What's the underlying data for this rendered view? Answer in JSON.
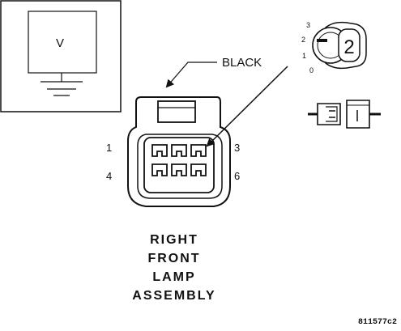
{
  "meter": {
    "display_label": "V"
  },
  "connector": {
    "callout_label": "BLACK",
    "pins": {
      "top_left": "1",
      "top_right": "3",
      "bottom_left": "4",
      "bottom_right": "6"
    }
  },
  "key_switch": {
    "positions": [
      "3",
      "2",
      "1",
      "0"
    ],
    "selected": "2"
  },
  "title": {
    "lines": [
      "RIGHT",
      "FRONT",
      "LAMP",
      "ASSEMBLY"
    ]
  },
  "figure_code": "811577c2"
}
